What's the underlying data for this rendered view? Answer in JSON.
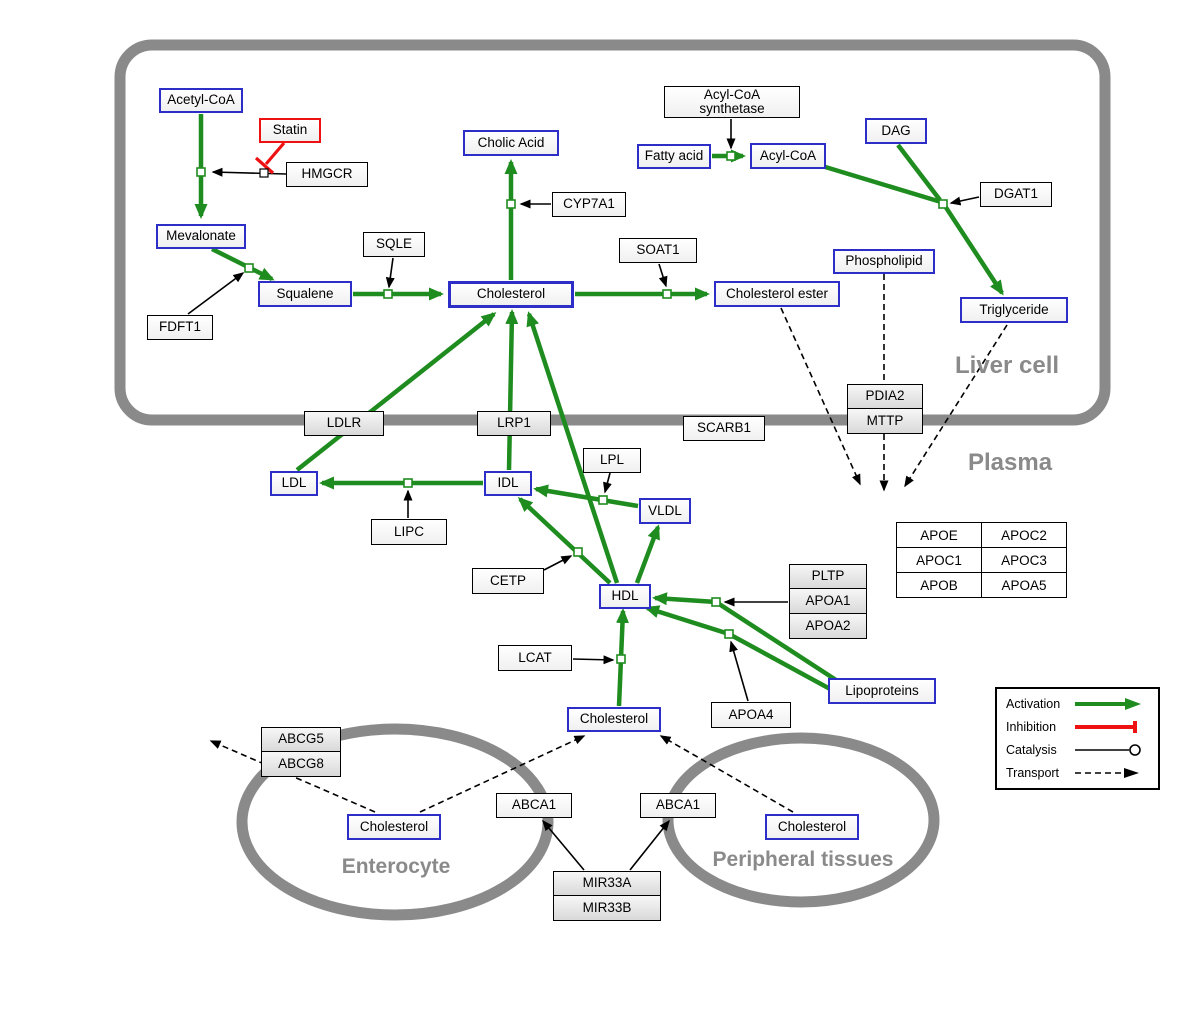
{
  "colors": {
    "activation_green": "#1e8c1e",
    "inhibition_red": "#ee1111",
    "node_blue": "#2d2dc8",
    "membrane_gray": "#8a8a8a"
  },
  "compartments": {
    "liver": "Liver cell",
    "plasma": "Plasma",
    "enterocyte": "Enterocyte",
    "peripheral": "Peripheral tissues"
  },
  "legend": {
    "activation": "Activation",
    "inhibition": "Inhibition",
    "catalysis": "Catalysis",
    "transport": "Transport"
  },
  "nodes": {
    "acetyl_coa": "Acetyl-CoA",
    "statin": "Statin",
    "hmgcr": "HMGCR",
    "mevalonate": "Mevalonate",
    "fdft1": "FDFT1",
    "squalene": "Squalene",
    "sqle": "SQLE",
    "cholic_acid": "Cholic Acid",
    "cyp7a1": "CYP7A1",
    "cholesterol_liver": "Cholesterol",
    "soat1": "SOAT1",
    "cholesterol_ester": "Cholesterol ester",
    "acyl_coa_synthetase": "Acyl-CoA\nsynthetase",
    "fatty_acid": "Fatty acid",
    "acyl_coa": "Acyl-CoA",
    "dag": "DAG",
    "dgat1": "DGAT1",
    "phospholipid": "Phospholipid",
    "triglyceride": "Triglyceride",
    "ldlr": "LDLR",
    "lrp1": "LRP1",
    "scarb1": "SCARB1",
    "pdia2": "PDIA2",
    "mttp": "MTTP",
    "ldl": "LDL",
    "idl": "IDL",
    "vldl": "VLDL",
    "lipc": "LIPC",
    "lpl": "LPL",
    "cetp": "CETP",
    "hdl": "HDL",
    "lcat": "LCAT",
    "pltp": "PLTP",
    "apoa1": "APOA1",
    "apoa2": "APOA2",
    "apoa4": "APOA4",
    "lipoproteins": "Lipoproteins",
    "cholesterol_plasma": "Cholesterol",
    "abcg5": "ABCG5",
    "abcg8": "ABCG8",
    "cholesterol_enterocyte": "Cholesterol",
    "abca1_left": "ABCA1",
    "abca1_right": "ABCA1",
    "cholesterol_peripheral": "Cholesterol",
    "mir33a": "MIR33A",
    "mir33b": "MIR33B"
  },
  "apo_table": {
    "rows": [
      [
        "APOE",
        "APOC2"
      ],
      [
        "APOC1",
        "APOC3"
      ],
      [
        "APOB",
        "APOA5"
      ]
    ]
  }
}
